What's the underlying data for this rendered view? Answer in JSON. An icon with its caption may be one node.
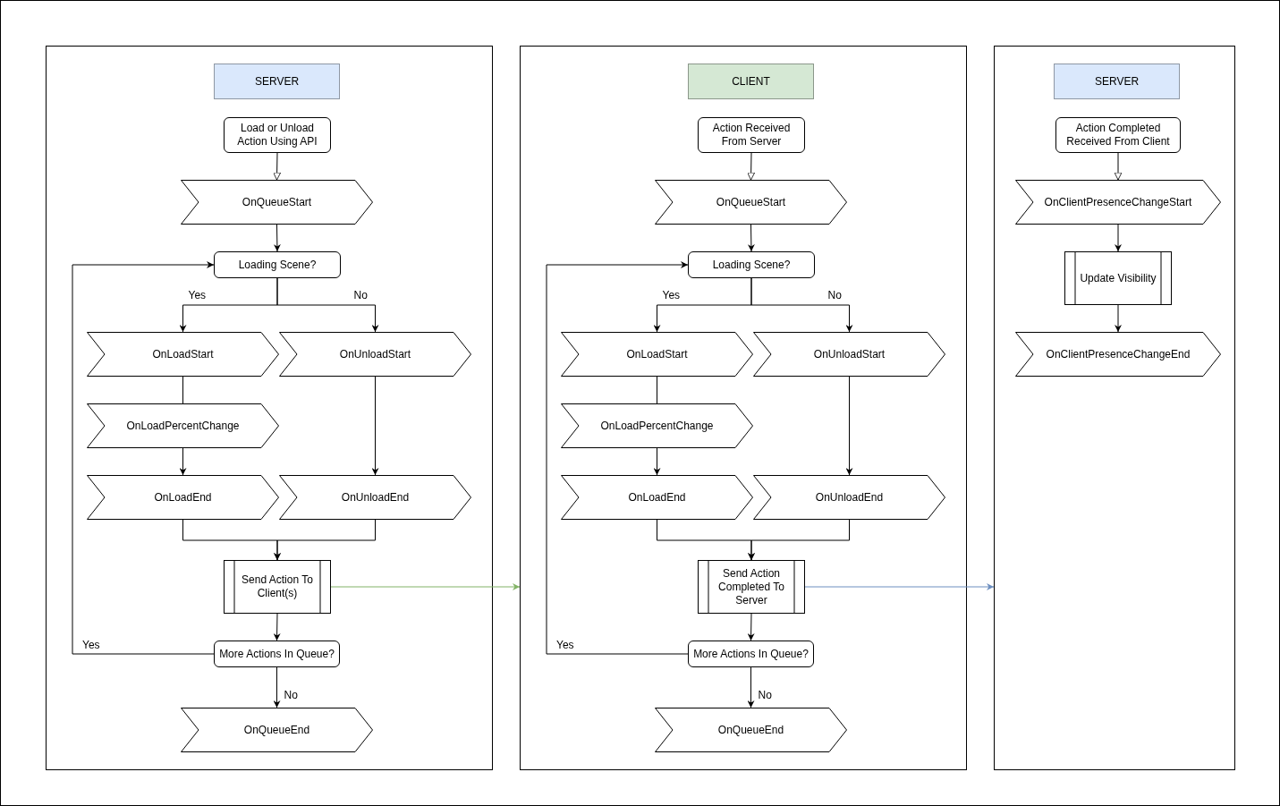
{
  "diagram": {
    "nodes": [
      {
        "text": [],
        "shape": "box"
      },
      {
        "text": [
          "SERVER"
        ],
        "in": 0
      },
      {
        "text": [
          "Load or Unload Action Using API"
        ],
        "in": 0
      },
      {
        "text": [
          "OnQueueStart"
        ],
        "in": 0
      },
      {
        "text": [
          "Loading Scene?"
        ],
        "in": 0
      },
      {
        "text": [
          "OnLoadStart"
        ],
        "in": 0
      },
      {
        "text": [
          "OnUnloadStart"
        ],
        "in": 0
      },
      {
        "text": [
          "OnLoadPercentChange"
        ],
        "in": 0
      },
      {
        "text": [
          "OnLoadEnd"
        ],
        "in": 0
      },
      {
        "text": [
          "OnUnloadEnd"
        ],
        "in": 0
      },
      {
        "text": [
          "Send Action To Client(s)"
        ],
        "in": 0
      },
      {
        "text": [
          "More Actions In Queue?"
        ],
        "in": 0
      },
      {
        "text": [
          "OnQueueEnd"
        ],
        "in": 0
      },
      {
        "text": [],
        "shape": "box"
      },
      {
        "text": [
          "CLIENT"
        ],
        "in": 13
      },
      {
        "text": [
          "Action Received From Server"
        ],
        "in": 13
      },
      {
        "text": [
          "OnQueueStart"
        ],
        "in": 13
      },
      {
        "text": [
          "Loading Scene?"
        ],
        "in": 13
      },
      {
        "text": [
          "OnLoadStart"
        ],
        "in": 13
      },
      {
        "text": [
          "OnUnloadStart"
        ],
        "in": 13
      },
      {
        "text": [
          "OnLoadPercentChange"
        ],
        "in": 13
      },
      {
        "text": [
          "OnLoadEnd"
        ],
        "in": 13
      },
      {
        "text": [
          "OnUnloadEnd"
        ],
        "in": 13
      },
      {
        "text": [
          "Send Action Completed To Server"
        ],
        "in": 13
      },
      {
        "text": [
          "More Actions In Queue?"
        ],
        "in": 13
      },
      {
        "text": [
          "OnQueueEnd"
        ],
        "in": 13
      },
      {
        "text": [],
        "shape": "box"
      },
      {
        "text": [
          "SERVER"
        ],
        "in": 26
      },
      {
        "text": [
          "Action Completed Received From Client"
        ],
        "in": 26
      },
      {
        "text": [
          "OnClientPresenceChangeStart"
        ],
        "in": 26
      },
      {
        "text": [
          "Update Visibility"
        ],
        "in": 26
      },
      {
        "text": [
          "OnClientPresenceChangeEnd"
        ],
        "in": 26
      }
    ],
    "edges": [
      {
        "from": 2,
        "to": 3,
        "arrow": "to"
      },
      {
        "from": 3,
        "to": 4,
        "arrow": "to"
      },
      {
        "from": 4,
        "to": 5,
        "arrow": "to",
        "label": "Yes"
      },
      {
        "from": 4,
        "to": 6,
        "arrow": "to",
        "label": "No"
      },
      {
        "from": 5,
        "to": 7,
        "arrow": "none"
      },
      {
        "from": 7,
        "to": 8,
        "arrow": "to"
      },
      {
        "from": 6,
        "to": 9,
        "arrow": "to"
      },
      {
        "from": 8,
        "to": 10,
        "arrow": "to"
      },
      {
        "from": 9,
        "to": 10,
        "arrow": "to"
      },
      {
        "from": 10,
        "to": 11,
        "arrow": "to"
      },
      {
        "from": 11,
        "to": 4,
        "arrow": "to",
        "label": "Yes"
      },
      {
        "from": 11,
        "to": 12,
        "arrow": "to",
        "label": "No"
      },
      {
        "from": 10,
        "to": 13,
        "arrow": "to",
        "color": "#82b366"
      },
      {
        "from": 15,
        "to": 16,
        "arrow": "to"
      },
      {
        "from": 16,
        "to": 17,
        "arrow": "to"
      },
      {
        "from": 17,
        "to": 18,
        "arrow": "to",
        "label": "Yes"
      },
      {
        "from": 17,
        "to": 19,
        "arrow": "to",
        "label": "No"
      },
      {
        "from": 18,
        "to": 20,
        "arrow": "none"
      },
      {
        "from": 20,
        "to": 21,
        "arrow": "to"
      },
      {
        "from": 19,
        "to": 22,
        "arrow": "to"
      },
      {
        "from": 21,
        "to": 23,
        "arrow": "to"
      },
      {
        "from": 22,
        "to": 23,
        "arrow": "to"
      },
      {
        "from": 23,
        "to": 24,
        "arrow": "to"
      },
      {
        "from": 24,
        "to": 17,
        "arrow": "to",
        "label": "Yes"
      },
      {
        "from": 24,
        "to": 25,
        "arrow": "to",
        "label": "No"
      },
      {
        "from": 23,
        "to": 26,
        "arrow": "to",
        "color": "#6c8ebf"
      },
      {
        "from": 28,
        "to": 29,
        "arrow": "to"
      },
      {
        "from": 29,
        "to": 30,
        "arrow": "to"
      },
      {
        "from": 30,
        "to": 31,
        "arrow": "to"
      }
    ]
  }
}
